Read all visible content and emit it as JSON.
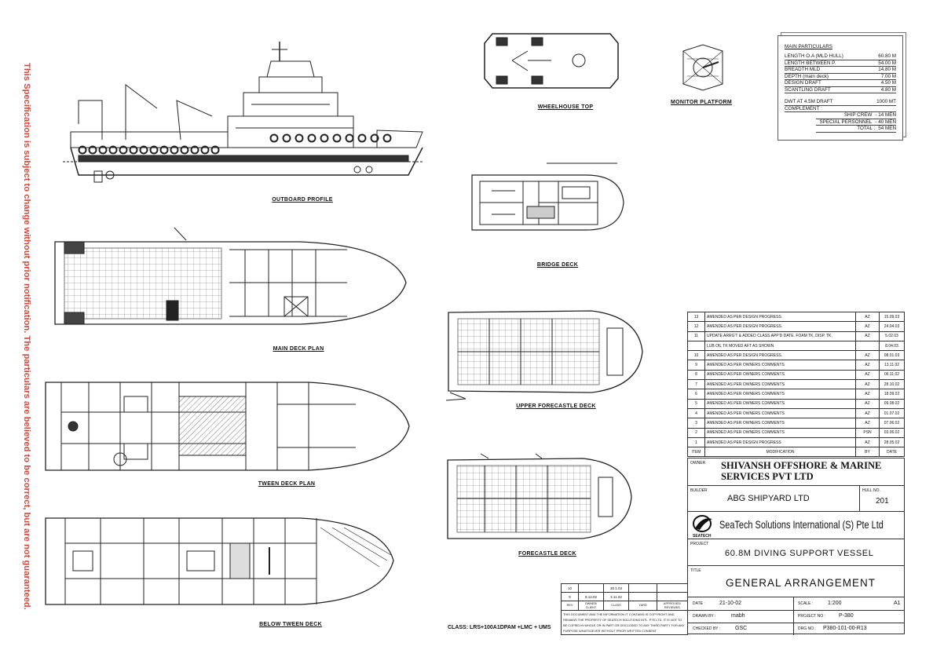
{
  "disclaimer": "This Specification is subject to change without prior notification. The particulars are believed to be correct, but are not guaranteed.",
  "views": {
    "outboard_profile": "OUTBOARD PROFILE",
    "wheelhouse_top": "WHEELHOUSE TOP",
    "monitor_platform": "MONITOR PLATFORM",
    "bridge_deck": "BRIDGE DECK",
    "main_deck_plan": "MAIN DECK PLAN",
    "upper_forecastle_deck": "UPPER FORECASTLE DECK",
    "tween_deck_plan": "TWEEN DECK PLAN",
    "forecastle_deck": "FORECASTLE DECK",
    "below_tween_deck": "BELOW TWEEN DECK"
  },
  "class_note": "CLASS: LRS+100A1DPAM +LMC + UMS",
  "main_particulars": {
    "heading": "MAIN PARTICULARS",
    "items": [
      {
        "label": "LENGTH O.A (MLD HULL)",
        "value": "60.80 M"
      },
      {
        "label": "LENGTH BETWEEN P.",
        "value": "54.00 M"
      },
      {
        "label": "BREADTH MLD",
        "value": "14.80 M"
      },
      {
        "label": "DEPTH (main deck)",
        "value": "7.00 M"
      },
      {
        "label": "DESIGN DRAFT",
        "value": "4.50 M"
      },
      {
        "label": "SCANTLING DRAFT",
        "value": "4.80 M"
      }
    ],
    "dwt": {
      "label": "DWT AT 4.5M DRAFT",
      "value": "1000 MT"
    },
    "complement_label": "COMPLEMENT :",
    "complement": [
      {
        "label": "SHIP CREW",
        "value": "- 14 MEN"
      },
      {
        "label": "SPECIAL PERSONNEL",
        "value": "- 40 MEN"
      },
      {
        "label": "TOTAL :",
        "value": "54 MEN"
      }
    ]
  },
  "revisions": {
    "rows": [
      {
        "item": "13",
        "mod": "AMENDED AS PER DESIGN PROGRESS.",
        "by": "AZ",
        "date": "15.09.03"
      },
      {
        "item": "12",
        "mod": "AMENDED AS PER DESIGN PROGRESS.",
        "by": "AZ",
        "date": "24.04.03"
      },
      {
        "item": "11",
        "mod": "UPDATE ARRG'T & ADDED CLASS APP'D DATE. FOAM TK, DISP. TK,",
        "by": "AZ",
        "date": "5.02.03"
      },
      {
        "item": "",
        "mod": "LUB OIL TK MOVED AFT AS SHOWN",
        "by": "",
        "date": "8.04.03"
      },
      {
        "item": "10",
        "mod": "AMENDED AS PER DESIGN PROGRESS.",
        "by": "AZ",
        "date": "08.01.03"
      },
      {
        "item": "9",
        "mod": "AMENDED AS PER OWNERS COMMENTS",
        "by": "AZ",
        "date": "13.11.02"
      },
      {
        "item": "8",
        "mod": "AMENDED AS PER OWNERS COMMENTS",
        "by": "AZ",
        "date": "06.11.02"
      },
      {
        "item": "7",
        "mod": "AMENDED AS PER OWNERS COMMENTS",
        "by": "AZ",
        "date": "28.10.02"
      },
      {
        "item": "6",
        "mod": "AMENDED AS PER OWNERS COMMENTS",
        "by": "AZ",
        "date": "18.09.02"
      },
      {
        "item": "5",
        "mod": "AMENDED AS PER OWNERS COMMENTS",
        "by": "AZ",
        "date": "09.08.02"
      },
      {
        "item": "4",
        "mod": "AMENDED AS PER OWNERS COMMENTS",
        "by": "AZ",
        "date": "01.07.02"
      },
      {
        "item": "3",
        "mod": "AMENDED AS PER OWNERS COMMENTS",
        "by": "AZ",
        "date": "07.06.02"
      },
      {
        "item": "2",
        "mod": "AMENDED AS PER OWNERS COMMENTS",
        "by": "PSN",
        "date": "03.06.02"
      },
      {
        "item": "1",
        "mod": "AMENDED AS PER DESIGN PROGRESS",
        "by": "AZ",
        "date": "28.05.02"
      }
    ],
    "header": {
      "item": "ITEM",
      "mod": "MODIFICATION",
      "by": "BY",
      "date": "DATE"
    }
  },
  "title_block": {
    "owner_label": "OWNER",
    "owner": "SHIVANSH OFFSHORE & MARINE SERVICES PVT LTD",
    "builder_label": "BUILDER",
    "builder": "ABG SHIPYARD LTD",
    "hull_label": "HULL NO.",
    "hull_no": "201",
    "company": "SeaTech Solutions International (S) Pte Ltd",
    "logo_text": "SEATECH",
    "project_label": "PROJECT",
    "project": "60.8M DIVING SUPPORT VESSEL",
    "title_label": "TITLE",
    "title": "GENERAL ARRANGEMENT",
    "date_label": "DATE :",
    "date": "21-10-02",
    "drawn_label": "DRAWN BY :",
    "drawn": "mabh",
    "checked_label": "CHECKED BY :",
    "checked": "GSC",
    "scale_label": "SCALE :",
    "scale": "1:200",
    "size": "A1",
    "project_no_label": "PROJECT NO :",
    "project_no": "P-380",
    "drg_label": "DRG NO :",
    "drg_no": "P380-101-00-R13"
  },
  "approval": {
    "rows": [
      [
        "10",
        "",
        "30.1.03",
        "",
        ""
      ],
      [
        "9",
        "8.12.02",
        "3.11.02",
        "",
        ""
      ]
    ],
    "header": [
      "REV",
      "OWNER/ CLIENT",
      "CLASS",
      "YARD",
      "APPROVED/ REVIEWED"
    ],
    "copyright": "THIS DOCUMENT AND THE INFORMATION IT CONTAINS IS COPYRIGHT AND REMAINS THE PROPERTY OF SEATECH SOLUTIONS INTL. PTE LTD. IT IS NOT TO BE COPIED IN WHOLE OR IN PART OR DISCLOSED TO ANY THIRD PARTY FOR ANY PURPOSE WHATSOEVER WITHOUT PRIOR WRITTEN CONSENT."
  }
}
